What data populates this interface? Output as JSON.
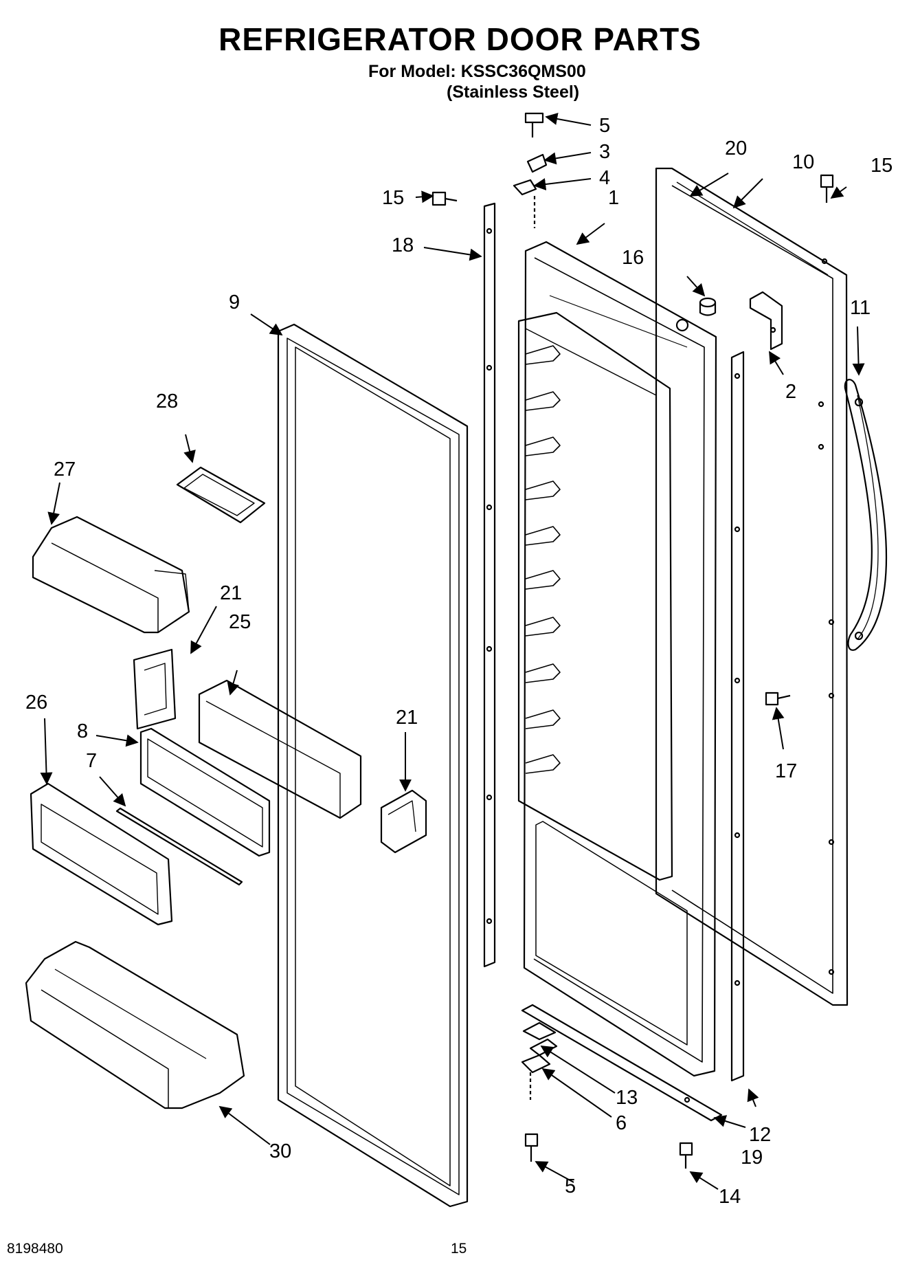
{
  "title": "REFRIGERATOR DOOR PARTS",
  "model_line": "For Model: KSSC36QMS00",
  "variant_line": "(Stainless Steel)",
  "footer": {
    "doc_number": "8198480",
    "page_number": "15"
  },
  "callouts": {
    "c1": "1",
    "c2": "2",
    "c3": "3",
    "c4": "4",
    "c5_top": "5",
    "c5_bottom": "5",
    "c6": "6",
    "c7": "7",
    "c8": "8",
    "c9": "9",
    "c10": "10",
    "c11": "11",
    "c12": "12",
    "c13": "13",
    "c14": "14",
    "c15_left": "15",
    "c15_right": "15",
    "c16": "16",
    "c17": "17",
    "c18": "18",
    "c19": "19",
    "c20": "20",
    "c21_left": "21",
    "c21_right": "21",
    "c25": "25",
    "c26": "26",
    "c27": "27",
    "c28": "28",
    "c30": "30"
  }
}
